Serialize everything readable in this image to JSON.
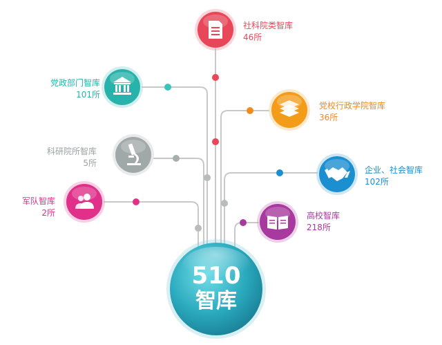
{
  "hub": {
    "number": "510",
    "label": "智库"
  },
  "nodes": [
    {
      "id": "shekeyuan",
      "name": "社科院类智库",
      "count": "46所",
      "color": "#e8475a",
      "icon": "document-icon"
    },
    {
      "id": "dangzheng",
      "name": "党政部门智库",
      "count": "101所",
      "color": "#27b3ab",
      "icon": "government-building-icon"
    },
    {
      "id": "dangxiao",
      "name": "党校行政学院智库",
      "count": "36所",
      "color": "#f39c1a",
      "icon": "book-stack-icon"
    },
    {
      "id": "keyan",
      "name": "科研院所智库",
      "count": "5所",
      "color": "#a0a8a8",
      "icon": "microscope-icon"
    },
    {
      "id": "qiye",
      "name": "企业、社会智库",
      "count": "102所",
      "color": "#1c8fd0",
      "icon": "handshake-icon"
    },
    {
      "id": "jundui",
      "name": "军队智库",
      "count": "2所",
      "color": "#e0308a",
      "icon": "people-icon"
    },
    {
      "id": "gaoxiao",
      "name": "高校智库",
      "count": "218所",
      "color": "#a8399e",
      "icon": "open-book-icon"
    }
  ],
  "colors": {
    "connector": "#c8c8c8",
    "hub_gradient_start": "#5ed3e4",
    "hub_gradient_end": "#1f8fa6"
  }
}
